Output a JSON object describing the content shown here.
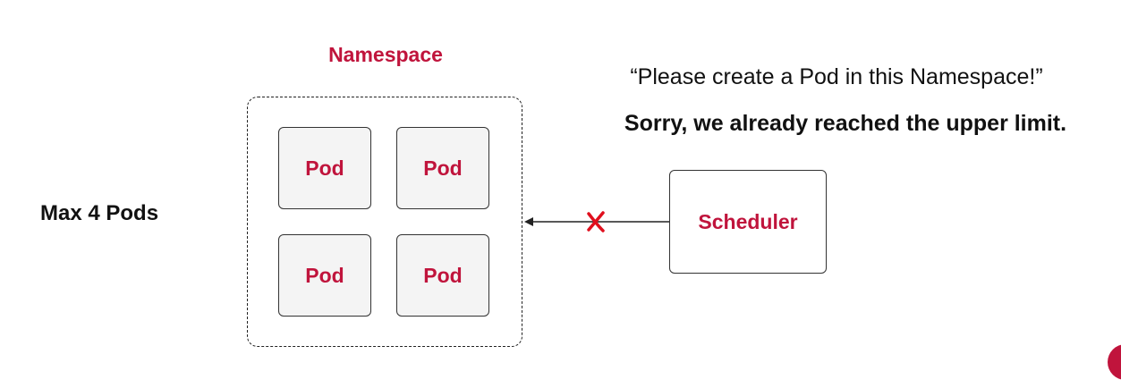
{
  "namespace": {
    "title": "Namespace",
    "pods": [
      "Pod",
      "Pod",
      "Pod",
      "Pod"
    ]
  },
  "limit_label": "Max 4 Pods",
  "request_text": "“Please create a Pod in this Namespace!”",
  "reply_text": "Sorry, we already reached the upper limit.",
  "scheduler": {
    "label": "Scheduler"
  },
  "colors": {
    "accent": "#c0143c",
    "text": "#111111",
    "pod_fill": "#f4f4f4",
    "border": "#333333"
  },
  "icons": {
    "blocked": "x-mark-icon",
    "arrow": "arrow-left-icon"
  }
}
